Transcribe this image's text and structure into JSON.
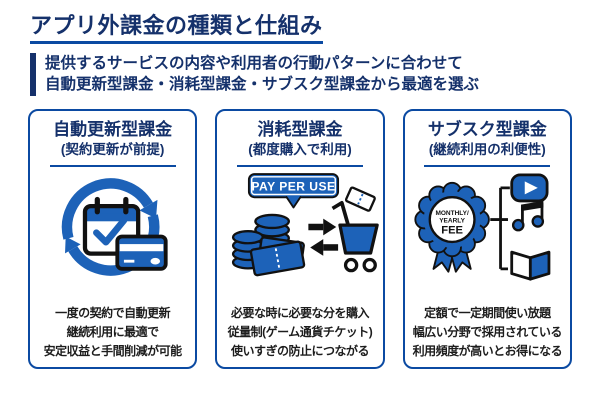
{
  "colors": {
    "navy_text": "#15316b",
    "accent_blue": "#0b4aa2",
    "icon_blue": "#1d62b8",
    "outline_black": "#111111",
    "body_text": "#1d1d1d",
    "background": "#ffffff"
  },
  "header": {
    "title": "アプリ外課金の種類と仕組み",
    "subtitle_lines": [
      "提供するサービスの内容や利用者の行動パターンに合わせて",
      "自動更新型課金・消耗型課金・サブスク型課金から最適を選ぶ"
    ]
  },
  "cards": [
    {
      "title": "自動更新型課金",
      "subtitle": "(契約更新が前提)",
      "icon": "auto-renewal-cycle-icon",
      "description_lines": [
        "一度の契約で自動更新",
        "継続利用に最適で",
        "安定収益と手間削減が可能"
      ]
    },
    {
      "title": "消耗型課金",
      "subtitle": "(都度購入で利用)",
      "icon": "pay-per-use-purchase-icon",
      "badge_label": "PAY PER USE",
      "description_lines": [
        "必要な時に必要な分を購入",
        "従量制(ゲーム通貨チケット)",
        "使いすぎの防止につながる"
      ]
    },
    {
      "title": "サブスク型課金",
      "subtitle": "(継続利用の利便性)",
      "icon": "subscription-media-icon",
      "badge_label_lines": [
        "MONTHLY/",
        "YEARLY",
        "FEE"
      ],
      "description_lines": [
        "定額で一定期間使い放題",
        "幅広い分野で採用されている",
        "利用頻度が高いとお得になる"
      ]
    }
  ]
}
